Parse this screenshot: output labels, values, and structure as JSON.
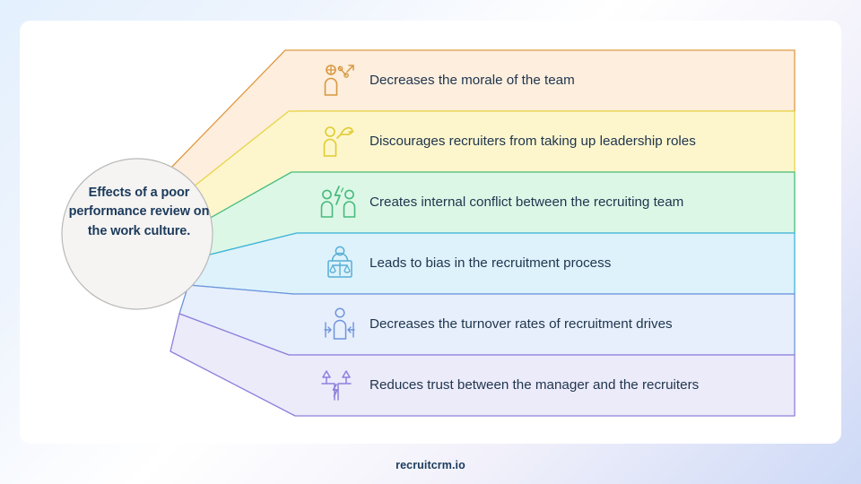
{
  "background": {
    "page_gradient_from": "#e3f0fd",
    "page_gradient_to": "#cdd9f6",
    "card_color": "#ffffff"
  },
  "hub": {
    "text": "Effects of a poor performance review on the work culture.",
    "fill": "#f5f4f2",
    "border": "#b9b9b9",
    "text_color": "#1b3a5c"
  },
  "rows": [
    {
      "label": "Decreases the morale of the team",
      "icon": "person-percent-arrow-icon",
      "fill": "#fdeede",
      "stroke": "#e09a44",
      "accent": "#d7973f"
    },
    {
      "label": "Discourages recruiters from taking up leadership roles",
      "icon": "person-megaphone-icon",
      "fill": "#fdf6cd",
      "stroke": "#e8d444",
      "accent": "#dfcb2f"
    },
    {
      "label": "Creates internal conflict between the recruiting team",
      "icon": "two-people-conflict-icon",
      "fill": "#ddf7e7",
      "stroke": "#49bd7e",
      "accent": "#46bb7c"
    },
    {
      "label": "Leads to bias in the recruitment process",
      "icon": "person-balance-scale-icon",
      "fill": "#ddf2fb",
      "stroke": "#3fb4de",
      "accent": "#56aed6"
    },
    {
      "label": "Decreases the turnover rates of recruitment drives",
      "icon": "person-turnover-arrows-icon",
      "fill": "#e7effc",
      "stroke": "#6f93dd",
      "accent": "#6f93dd"
    },
    {
      "label": "Reduces trust between the manager and the recruiters",
      "icon": "broken-trust-icon",
      "fill": "#ecebfa",
      "stroke": "#8f7fdc",
      "accent": "#8f7fdc"
    }
  ],
  "footer": {
    "brand": "recruitcrm.io"
  }
}
